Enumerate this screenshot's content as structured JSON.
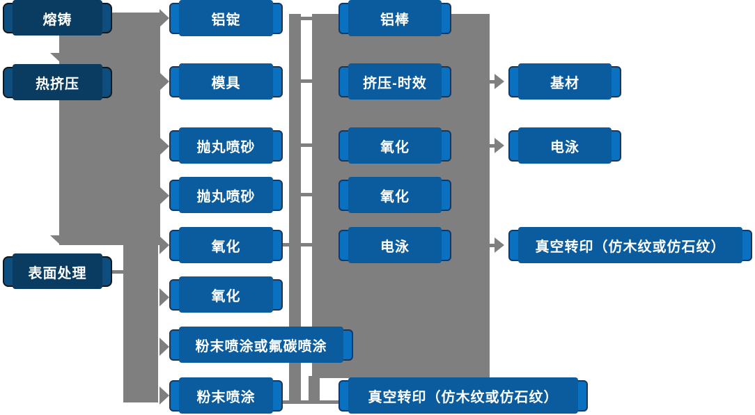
{
  "diagram_title": "",
  "nodes": {
    "melting": "熔铸",
    "hot_extrusion": "热挤压",
    "surface_treatment": "表面处理",
    "aluminum_ingot": "铝锭",
    "mold": "模具",
    "shot_blasting_1": "抛丸喷砂",
    "shot_blasting_2": "抛丸喷砂",
    "oxidation_1": "氧化",
    "oxidation_2": "氧化",
    "powder_or_fluorocarbon": "粉末喷涂或氟碳喷涂",
    "powder_coating": "粉末喷涂",
    "aluminum_rod": "铝棒",
    "extrusion_aging": "挤压-时效",
    "oxidation_3": "氧化",
    "oxidation_4": "氧化",
    "electrophoresis_1": "电泳",
    "vacuum_transfer_1": "真空转印（仿木纹或仿石纹）",
    "base_material": "基材",
    "electrophoresis_2": "电泳",
    "vacuum_transfer_2": "真空转印（仿木纹或仿石纹）"
  },
  "arrow_targets": [
    "hot_extrusion",
    "surface_treatment",
    "aluminum_ingot",
    "mold",
    "shot_blasting_1",
    "shot_blasting_2",
    "oxidation_1",
    "oxidation_2",
    "powder_or_fluorocarbon",
    "powder_coating",
    "base_material",
    "electrophoresis_2",
    "vacuum_transfer_2"
  ],
  "colors": {
    "box_blue": "#0a71c0",
    "box_blue_shadow": "#0a5c9e",
    "box_dark_blue": "#0d4e7e",
    "box_dark_shadow": "#0a3c61",
    "border_navy": "#17375e",
    "connector_gray": "#7f7f7f",
    "text_white": "#ffffff"
  }
}
